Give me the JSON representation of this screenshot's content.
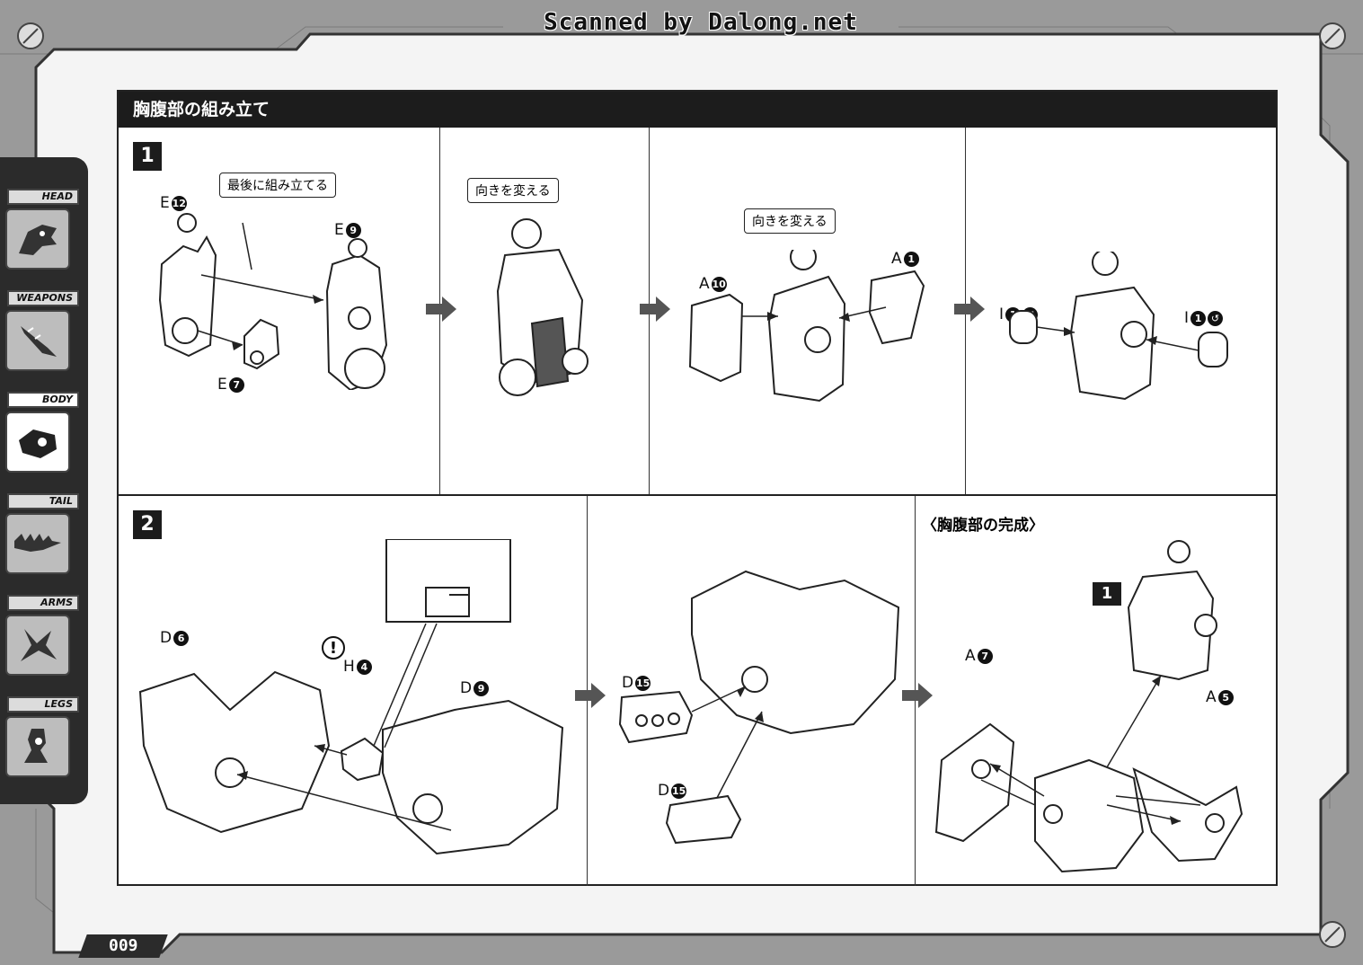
{
  "watermark": "Scanned by Dalong.net",
  "page_number": "009",
  "sidebar": {
    "tabs": [
      {
        "label": "HEAD",
        "icon": "dragon-head-icon"
      },
      {
        "label": "WEAPONS",
        "icon": "drill-weapon-icon"
      },
      {
        "label": "BODY",
        "icon": "body-icon",
        "active": true
      },
      {
        "label": "TAIL",
        "icon": "tail-icon"
      },
      {
        "label": "ARMS",
        "icon": "claw-arm-icon"
      },
      {
        "label": "LEGS",
        "icon": "leg-icon"
      }
    ]
  },
  "section": {
    "title": "胸腹部の組み立て"
  },
  "step1": {
    "number": "1",
    "callout_last": "最後に組み立てる",
    "callout_turn1": "向きを変える",
    "callout_turn2": "向きを変える",
    "parts": {
      "e12_letter": "E",
      "e12_num": "12",
      "e9_letter": "E",
      "e9_num": "9",
      "e7_letter": "E",
      "e7_num": "7",
      "a10_letter": "A",
      "a10_num": "10",
      "a1_letter": "A",
      "a1_num": "1",
      "i1a_letter": "I",
      "i1a_num": "1",
      "i1b_letter": "I",
      "i1b_num": "1"
    }
  },
  "step2": {
    "number": "2",
    "completed_title": "〈胸腹部の完成〉",
    "ref_step": "1",
    "parts": {
      "d6_letter": "D",
      "d6_num": "6",
      "h4_letter": "H",
      "h4_num": "4",
      "d9_letter": "D",
      "d9_num": "9",
      "d15a_letter": "D",
      "d15a_num": "15",
      "d15b_letter": "D",
      "d15b_num": "15",
      "a7_letter": "A",
      "a7_num": "7",
      "a5_letter": "A",
      "a5_num": "5"
    },
    "caution_mark": "!"
  }
}
